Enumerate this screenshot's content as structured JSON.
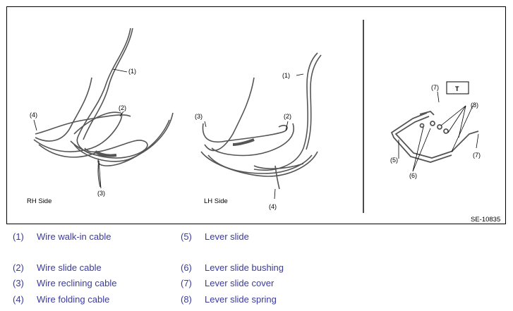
{
  "figure": {
    "code": "SE-10835",
    "rh_label": "RH Side",
    "lh_label": "LH Side",
    "callouts": {
      "rh_1": "(1)",
      "rh_2": "(2)",
      "rh_3": "(3)",
      "rh_4": "(4)",
      "lh_1": "(1)",
      "lh_2": "(2)",
      "lh_3": "(3)",
      "lh_4": "(4)",
      "r_5": "(5)",
      "r_6": "(6)",
      "r_7a": "(7)",
      "r_7b": "(7)",
      "r_8": "(8)",
      "t_box": "T"
    }
  },
  "legend": {
    "items": [
      {
        "num": "(1)",
        "label": "Wire walk-in cable"
      },
      {
        "num": "(2)",
        "label": "Wire slide cable"
      },
      {
        "num": "(3)",
        "label": "Wire reclining cable"
      },
      {
        "num": "(4)",
        "label": "Wire folding cable"
      },
      {
        "num": "(5)",
        "label": "Lever slide"
      },
      {
        "num": "(6)",
        "label": "Lever slide bushing"
      },
      {
        "num": "(7)",
        "label": "Lever slide cover"
      },
      {
        "num": "(8)",
        "label": "Lever slide spring"
      }
    ]
  },
  "colors": {
    "legend_text": "#3a3aa0",
    "cable": "#555555"
  }
}
